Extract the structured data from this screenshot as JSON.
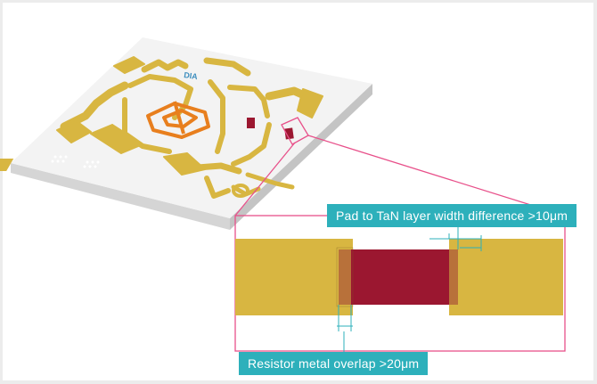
{
  "figure": {
    "chip_logo": "DIA",
    "callouts": {
      "pad_width": "Pad to TaN layer width difference >10μm",
      "overlap": "Resistor metal overlap >20μm"
    },
    "colors": {
      "gold": "#d8b641",
      "resistor": "#9b1730",
      "orange": "#e87f1e",
      "overlap": "#b8713a",
      "magenta": "#e8508a",
      "cyan": "#2db0bb",
      "substrate_top": "#f4f4f4",
      "substrate_side": "#d9d9d9"
    }
  }
}
